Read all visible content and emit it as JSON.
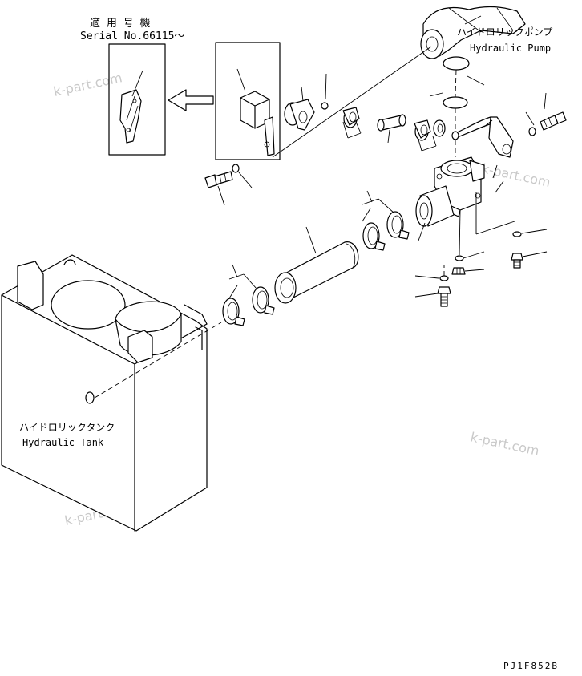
{
  "labels": {
    "serial_jp": "適 用 号 機",
    "serial_en": "Serial No.66115～",
    "pump_jp": "ハイドロリックポンプ",
    "pump_en": "Hydraulic Pump",
    "tank_jp": "ハイドロリックタンク",
    "tank_en": "Hydraulic Tank",
    "drawing_code": "PJ1F852B"
  },
  "watermarks": [
    "k-part.com",
    "k-part.com",
    "k-part.com",
    "k-part.com"
  ]
}
